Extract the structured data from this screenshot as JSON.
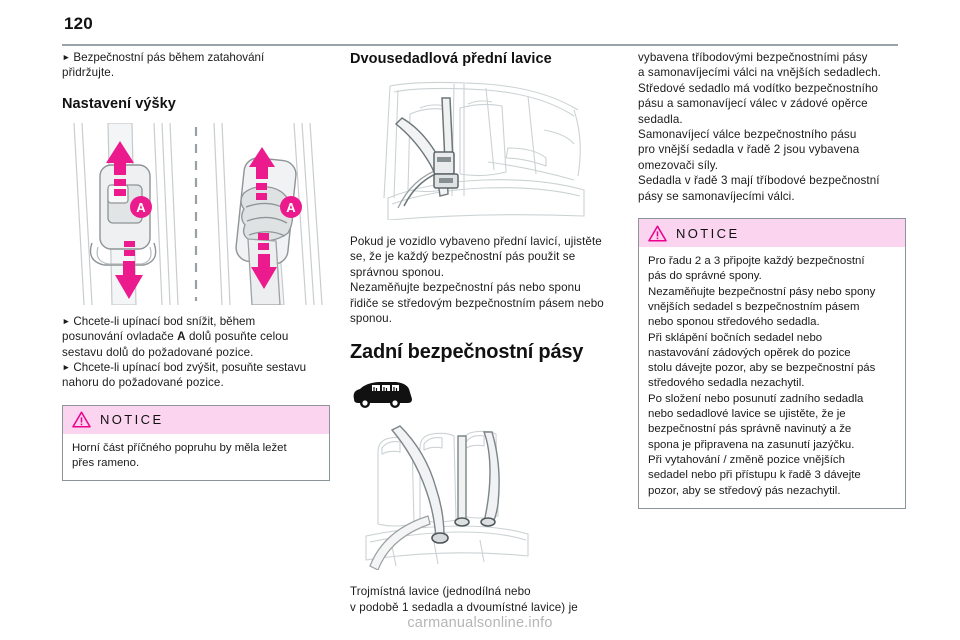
{
  "page": {
    "number": "120",
    "footer_watermark": "carmanualsonline.info"
  },
  "colors": {
    "notice_header_bg": "#fbd4ef",
    "notice_border": "#8a9499",
    "warning_magenta": "#ec008c",
    "arrow_magenta": "#ec1b8d",
    "header_rule": "#9aa4a8",
    "text": "#1b1b1b",
    "watermark": "#b6b6b6"
  },
  "column_left": {
    "bullet_1": "Bezpečnostní pás během zatahování",
    "bullet_1_cont": "přidržujte.",
    "heading": "Nastavení výšky",
    "figure": {
      "name": "belt-height-adjuster-illustration",
      "callout_label": "A",
      "arrow_up_label": "up-arrow",
      "arrow_down_label": "down-arrow"
    },
    "bullet_2_l1": "Chcete-li upínací bod snížit, během",
    "bullet_2_l2_a": "posunování ovladače ",
    "bullet_2_l2_b": "A",
    "bullet_2_l2_c": " dolů posuňte celou",
    "bullet_2_l3": "sestavu dolů do požadované pozice.",
    "bullet_3_l1": "Chcete-li upínací bod zvýšit, posuňte sestavu",
    "bullet_3_l2": "nahoru do požadované pozice.",
    "notice": {
      "title": "NOTICE",
      "lines": [
        "Horní část příčného popruhu by měla ležet",
        "přes rameno."
      ]
    }
  },
  "column_middle": {
    "heading": "Dvousedadlová přední lavice",
    "figure": {
      "name": "front-bench-seat-belt-illustration"
    },
    "paragraph_1": [
      "Pokud je vozidlo vybaveno přední lavicí, ujistěte",
      "se, že je každý bezpečnostní pás použit se",
      "správnou sponou."
    ],
    "paragraph_2": [
      "Nezaměňujte bezpečnostní pás nebo sponu",
      "řidiče se středovým bezpečnostním pásem nebo",
      "sponou."
    ],
    "heading_2": "Zadní bezpečnostní pásy",
    "van_icon": "van-icon",
    "figure_2": {
      "name": "rear-seat-belts-illustration"
    },
    "paragraph_3": [
      "Trojmístná lavice (jednodílná nebo",
      "v podobě 1 sedadla a dvoumístné lavice) je"
    ]
  },
  "column_right": {
    "paragraph_1": [
      "vybavena tříbodovými bezpečnostními pásy",
      "a samonavíjecími válci na vnějších sedadlech.",
      "Středové sedadlo má vodítko bezpečnostního",
      "pásu a samonavíjecí válec v zádové opěrce",
      "sedadla.",
      "Samonavíjecí válce bezpečnostního pásu",
      "pro vnější sedadla v řadě 2 jsou vybavena",
      "omezovači síly.",
      "Sedadla v řadě 3 mají tříbodové bezpečnostní",
      "pásy se samonavíjecími válci."
    ],
    "notice": {
      "title": "NOTICE",
      "lines": [
        "Pro řadu 2 a 3 připojte každý bezpečnostní",
        "pás do správné spony.",
        "Nezaměňujte bezpečnostní pásy nebo spony",
        "vnějších sedadel s bezpečnostním pásem",
        "nebo sponou středového sedadla.",
        "Při sklápění bočních sedadel nebo",
        "nastavování zádových opěrek do pozice",
        "stolu dávejte pozor, aby se bezpečnostní pás",
        "středového sedadla nezachytil.",
        "Po složení nebo posunutí zadního sedadla",
        "nebo sedadlové lavice se ujistěte, že je",
        "bezpečnostní pás správně navinutý a že",
        "spona je připravena na zasunutí jazýčku.",
        "Při vytahování / změně pozice vnějších",
        "sedadel nebo při přístupu k řadě 3 dávejte",
        "pozor, aby se středový pás nezachytil."
      ]
    }
  }
}
